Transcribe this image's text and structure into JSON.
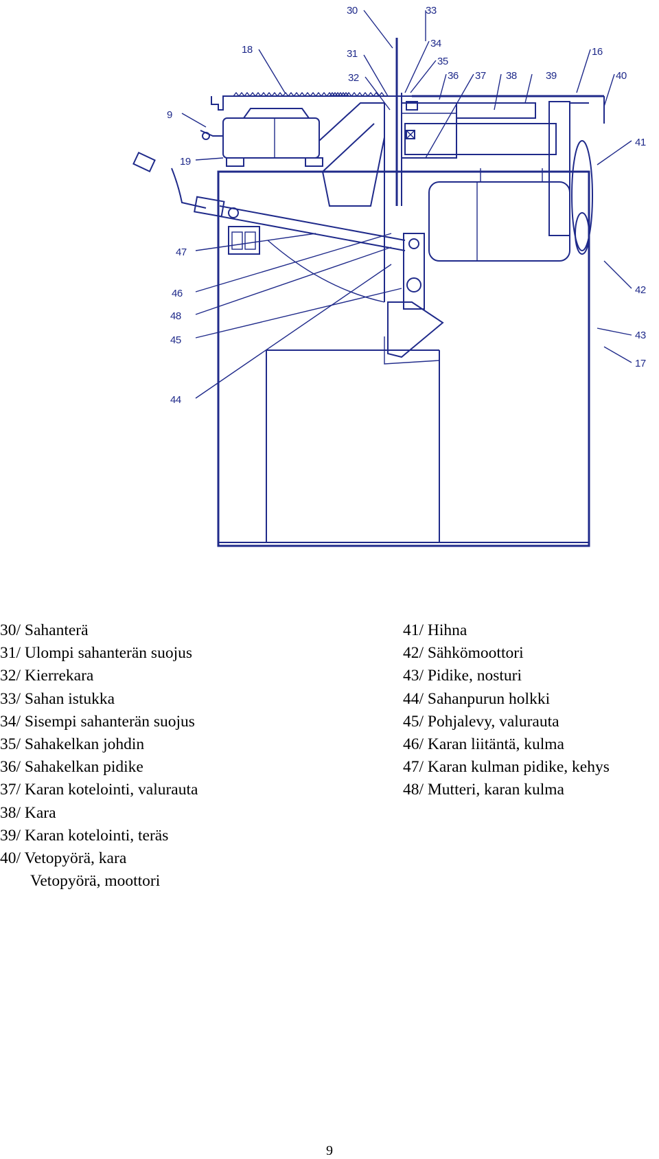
{
  "diagram": {
    "callouts": [
      "30",
      "33",
      "18",
      "34",
      "31",
      "35",
      "16",
      "32",
      "36",
      "37",
      "38",
      "39",
      "40",
      "9",
      "41",
      "19",
      "47",
      "46",
      "42",
      "48",
      "45",
      "43",
      "17",
      "44"
    ]
  },
  "legend_left": [
    "30/ Sahanterä",
    "31/ Ulompi sahanterän suojus",
    "32/ Kierrekara",
    "33/ Sahan istukka",
    "34/ Sisempi sahanterän suojus",
    "35/ Sahakelkan johdin",
    "36/ Sahakelkan pidike",
    "37/ Karan kotelointi, valurauta",
    "38/ Kara",
    "39/ Karan kotelointi, teräs",
    "40/ Vetopyörä, kara",
    "Vetopyörä, moottori"
  ],
  "legend_right": [
    "41/ Hihna",
    "42/ Sähkömoottori",
    "43/ Pidike, nosturi",
    "44/ Sahanpurun holkki",
    "45/ Pohjalevy, valurauta",
    "46/ Karan liitäntä, kulma",
    "47/ Karan kulman pidike, kehys",
    "48/ Mutteri, karan kulma"
  ],
  "page_number": "9",
  "colors": {
    "drawing": "#1f2a8a",
    "text": "#000000"
  }
}
